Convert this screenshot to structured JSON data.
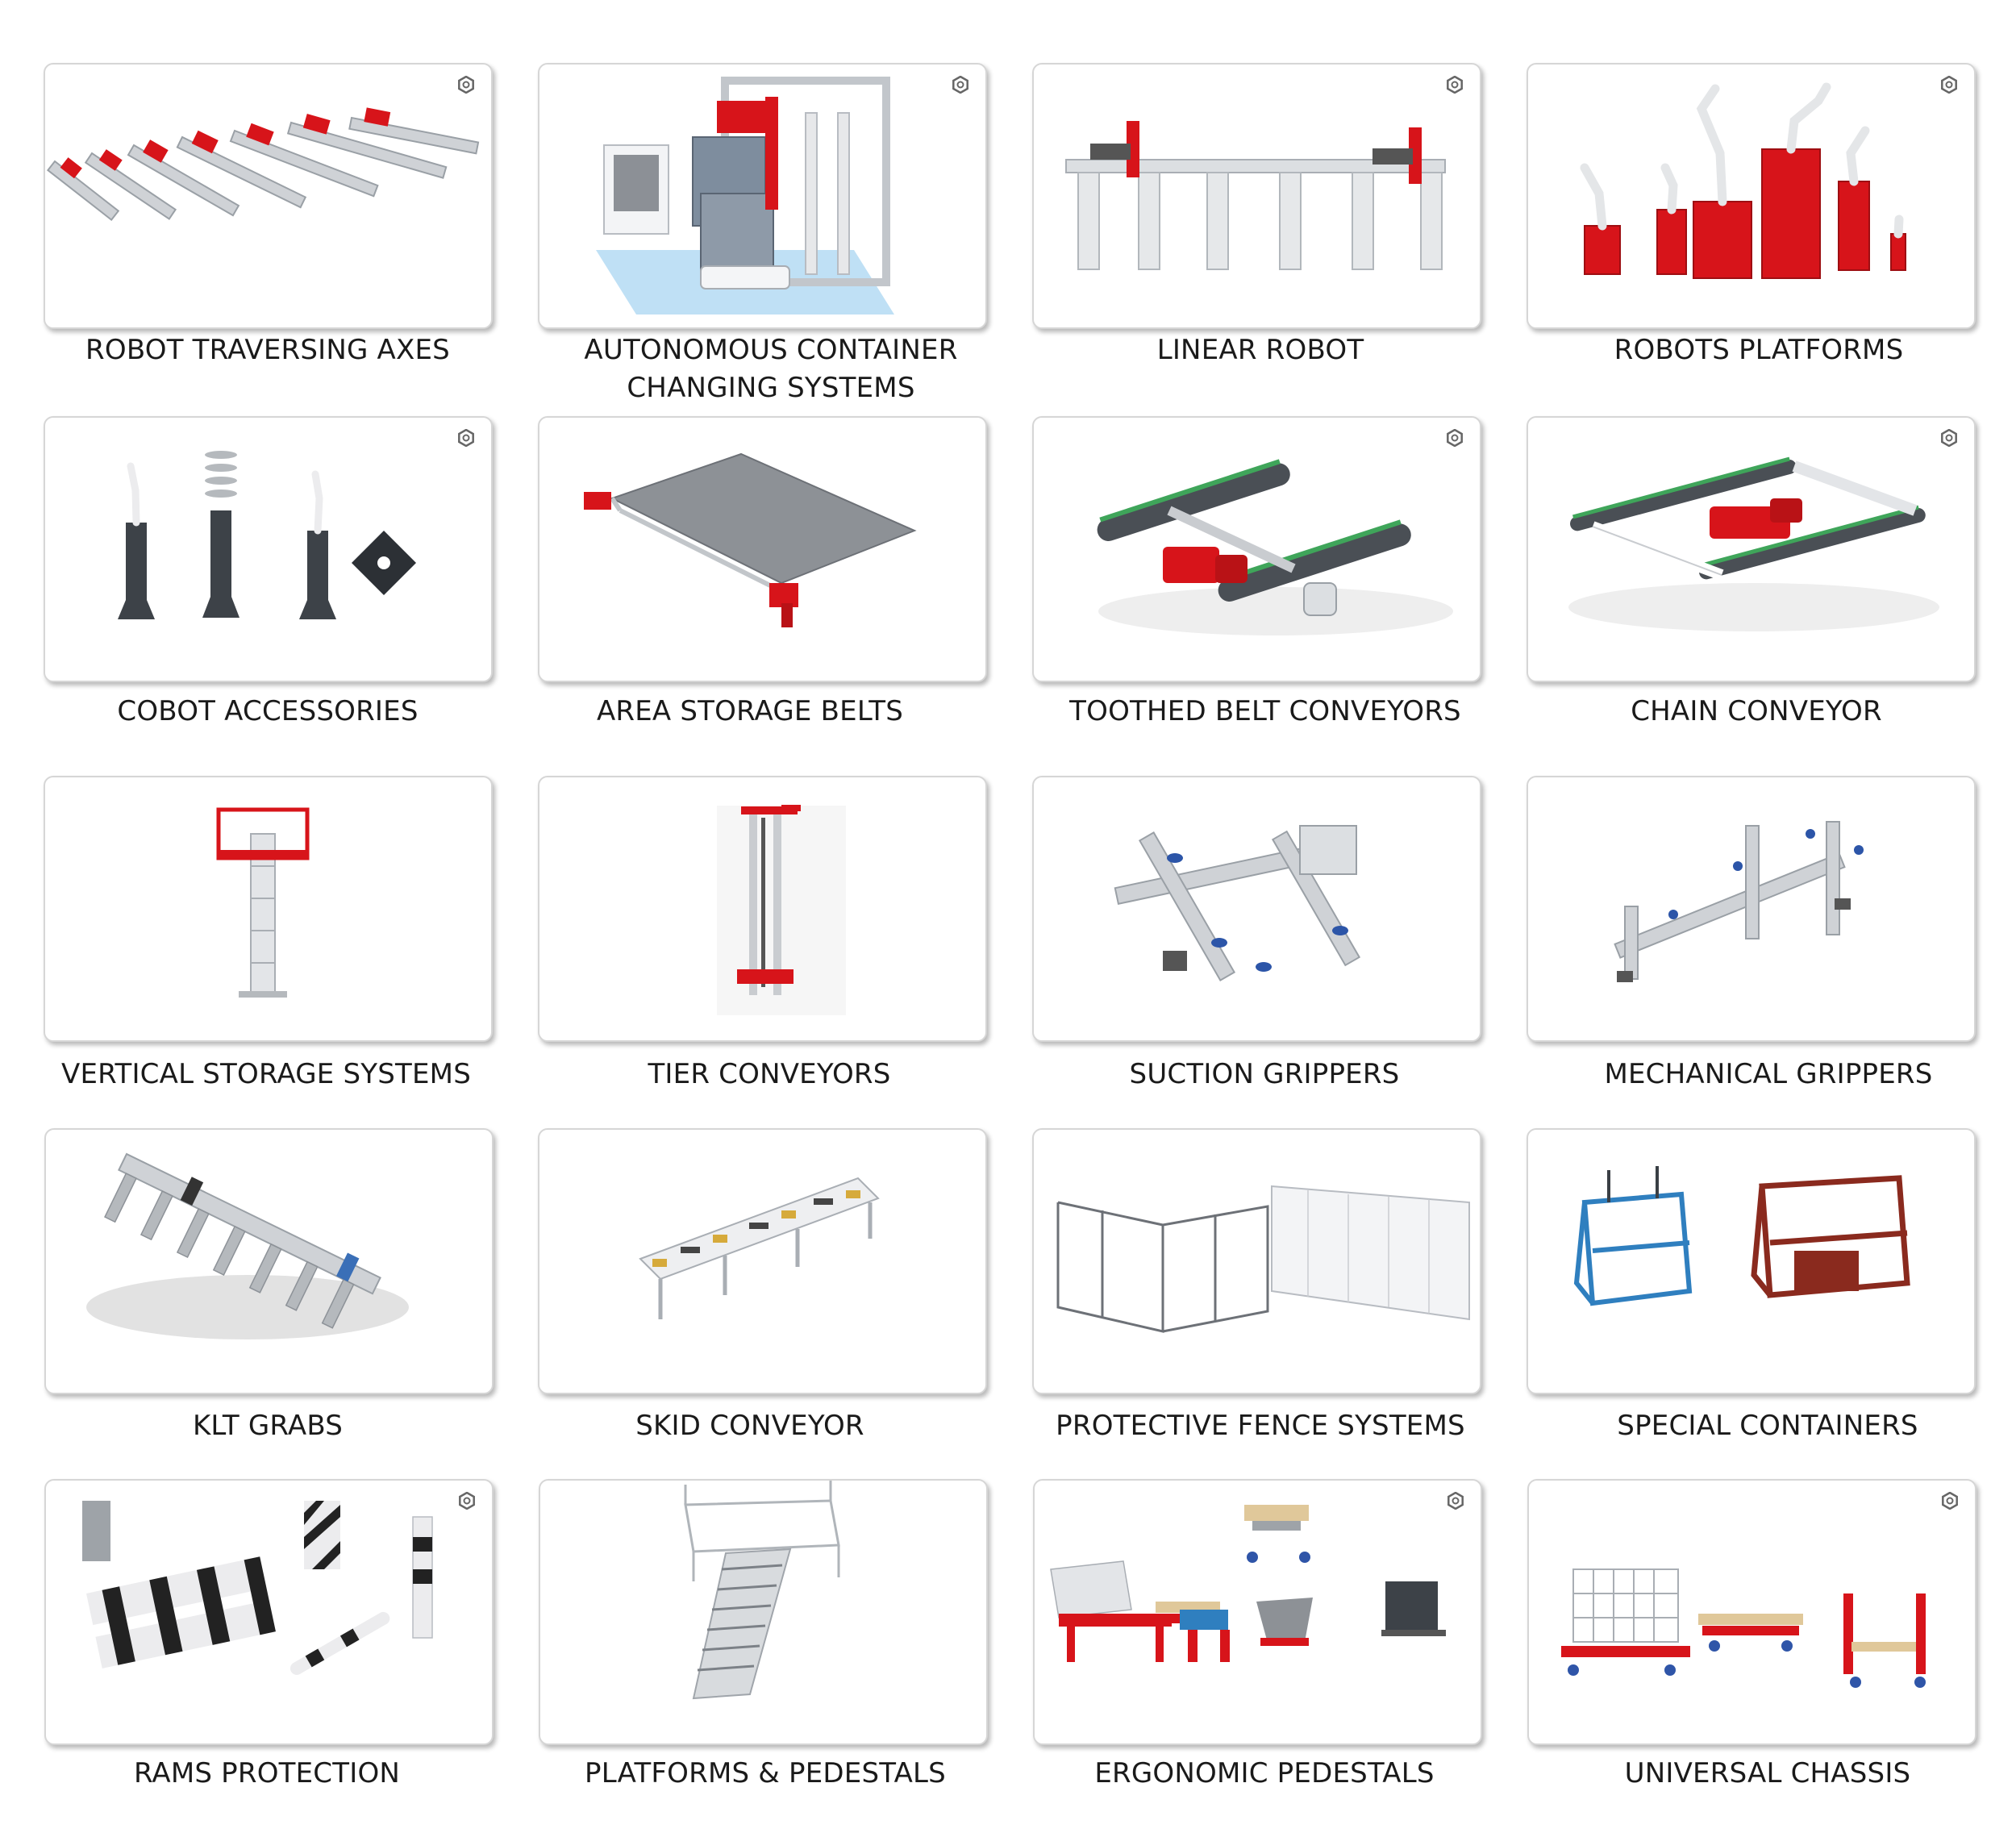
{
  "products": [
    {
      "label": "ROBOT TRAVERSING AXES"
    },
    {
      "label": "AUTONOMOUS CONTAINER CHANGING SYSTEMS"
    },
    {
      "label": "LINEAR ROBOT"
    },
    {
      "label": "ROBOTS PLATFORMS"
    },
    {
      "label": "COBOT ACCESSORIES"
    },
    {
      "label": "AREA STORAGE BELTS"
    },
    {
      "label": "TOOTHED BELT CONVEYORS"
    },
    {
      "label": "CHAIN CONVEYOR"
    },
    {
      "label": "VERTICAL STORAGE SYSTEMS"
    },
    {
      "label": "TIER CONVEYORS"
    },
    {
      "label": "SUCTION GRIPPERS"
    },
    {
      "label": "MECHANICAL GRIPPERS"
    },
    {
      "label": "KLT GRABS"
    },
    {
      "label": "SKID CONVEYOR"
    },
    {
      "label": "PROTECTIVE FENCE SYSTEMS"
    },
    {
      "label": "SPECIAL CONTAINERS"
    },
    {
      "label": "RAMS PROTECTION"
    },
    {
      "label": "PLATFORMS & PEDESTALS"
    },
    {
      "label": "ERGONOMIC PEDESTALS"
    },
    {
      "label": "UNIVERSAL CHASSIS"
    }
  ],
  "colors": {
    "accent_red": "#d7141a",
    "steel": "#c9ccd0",
    "dark": "#3e4347",
    "caption": "#1a1a1a"
  }
}
